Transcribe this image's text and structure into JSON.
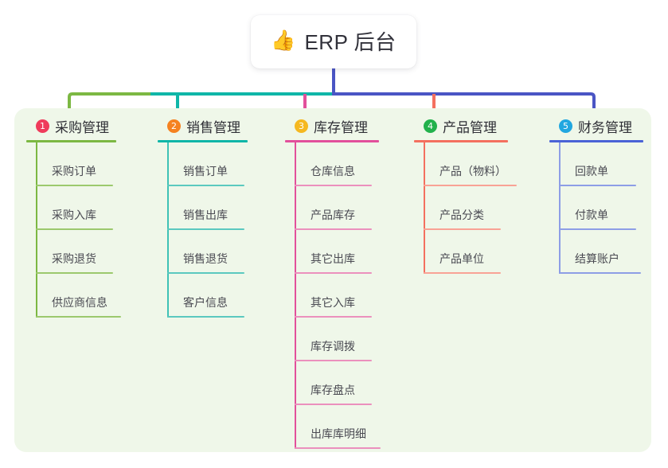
{
  "diagram": {
    "type": "mind-map",
    "root": {
      "icon": "thumbs-up-emoji",
      "emoji": "👍",
      "title": "ERP 后台"
    },
    "panel_color": "#eff7e9",
    "columns": [
      {
        "number": "1",
        "badge_glyph": "1",
        "badge_color": "#ef3b5b",
        "accent": "#7cb843",
        "title": "采购管理",
        "items": [
          "采购订单",
          "采购入库",
          "采购退货",
          "供应商信息"
        ]
      },
      {
        "number": "2",
        "badge_glyph": "2",
        "badge_color": "#f58220",
        "accent": "#0fb6a8",
        "title": "销售管理",
        "items": [
          "销售订单",
          "销售出库",
          "销售退货",
          "客户信息"
        ]
      },
      {
        "number": "3",
        "badge_glyph": "3",
        "badge_color": "#f5b820",
        "accent": "#e2509b",
        "title": "库存管理",
        "items": [
          "仓库信息",
          "产品库存",
          "其它出库",
          "其它入库",
          "库存调拨",
          "库存盘点",
          "出库库明细"
        ]
      },
      {
        "number": "4",
        "badge_glyph": "4",
        "badge_color": "#22b14c",
        "accent": "#f4705f",
        "title": "产品管理",
        "items": [
          "产品（物料）",
          "产品分类",
          "产品单位"
        ]
      },
      {
        "number": "5",
        "badge_glyph": "5",
        "badge_color": "#21a7e0",
        "accent": "#4a63d6",
        "title": "财务管理",
        "items": [
          "回款单",
          "付款单",
          "结算账户"
        ]
      }
    ],
    "connector_colors": {
      "root_stem": "#4a55c4",
      "bar_left": "#7cb843",
      "bar_mid": "#0fb6a8",
      "bar_right": "#4a55c4",
      "drop_1": "#7cb843",
      "drop_2": "#0fb6a8",
      "drop_3": "#e2509b",
      "drop_4": "#f4705f",
      "drop_5": "#4a63d6"
    }
  }
}
